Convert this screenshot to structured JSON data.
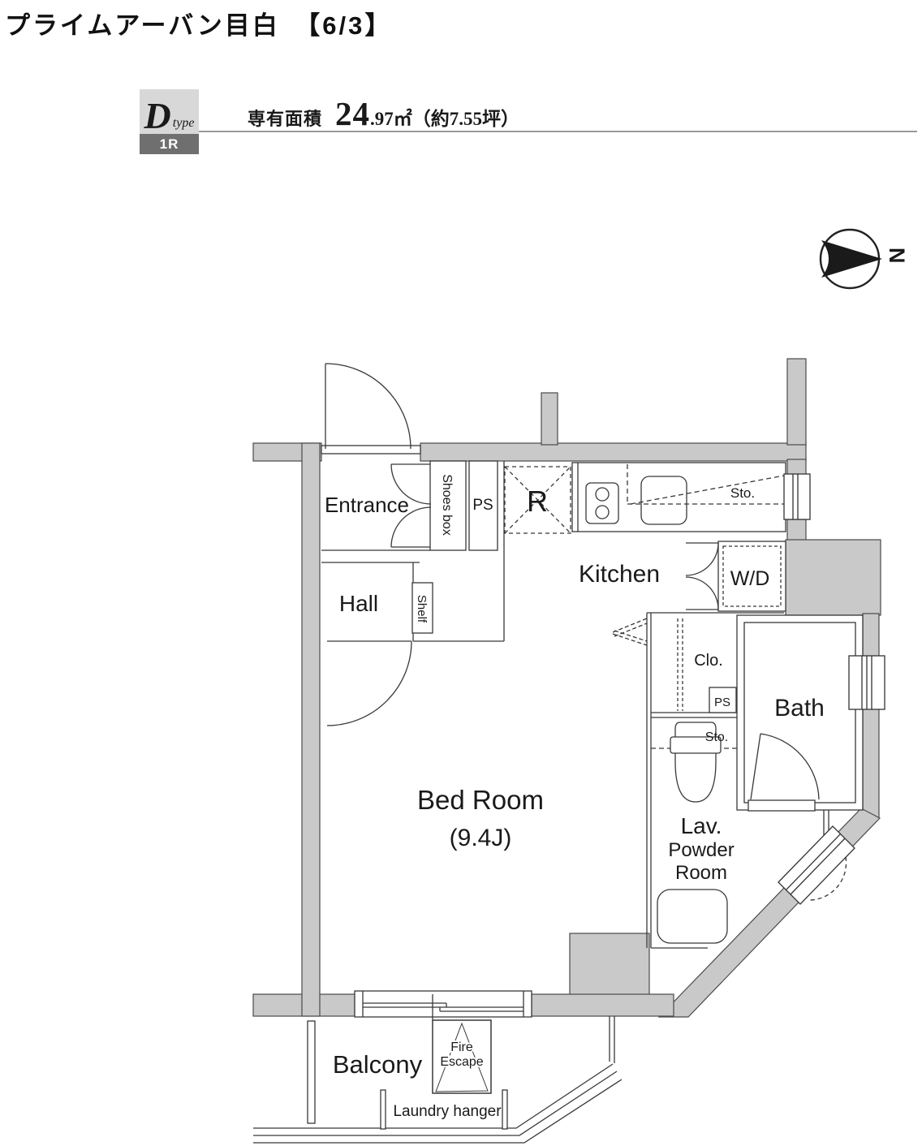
{
  "header": {
    "title": "プライムアーバン目白　【6/3】",
    "type_letter": "D",
    "type_suffix": "type",
    "layout_tag": "1R",
    "area_label": "専有面積",
    "area_big": "24",
    "area_small": ".97㎡（約7.55坪）"
  },
  "compass": {
    "north_label": "N"
  },
  "plan": {
    "labels": {
      "entrance": "Entrance",
      "shoes_box": "Shoes box",
      "ps_upper": "PS",
      "fridge": "R",
      "kitchen": "Kitchen",
      "sto_kitchen": "Sto.",
      "washer_dryer": "W/D",
      "hall": "Hall",
      "shelf": "Shelf",
      "closet": "Clo.",
      "ps_lower": "PS",
      "sto_toilet": "Sto.",
      "bath": "Bath",
      "bedroom_line1": "Bed Room",
      "bedroom_line2": "(9.4J)",
      "lav_line1": "Lav.",
      "lav_line2": "Powder",
      "lav_line3": "Room",
      "balcony": "Balcony",
      "fire_escape_line1": "Fire",
      "fire_escape_line2": "Escape",
      "laundry_hanger": "Laundry hanger"
    },
    "colors": {
      "wall_fill": "#c9c9c9",
      "wall_stroke": "#4a4a4a",
      "line": "#383838",
      "type_box_bg": "#d8d8d8",
      "type_tag_bg": "#6f6f6f"
    }
  }
}
